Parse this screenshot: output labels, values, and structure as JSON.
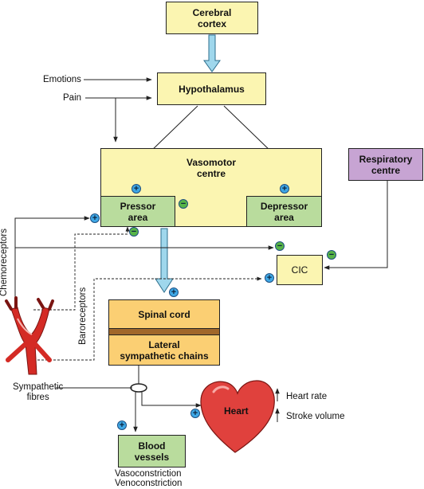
{
  "nodes": {
    "cerebral_cortex": "Cerebral\ncortex",
    "hypothalamus": "Hypothalamus",
    "vasomotor_centre": "Vasomotor\ncentre",
    "pressor_area": "Pressor\narea",
    "depressor_area": "Depressor\narea",
    "respiratory_centre": "Respiratory\ncentre",
    "cic": "CIC",
    "spinal_cord": "Spinal cord",
    "lateral_chains": "Lateral\nsympathetic chains",
    "heart": "Heart",
    "blood_vessels": "Blood\nvessels"
  },
  "labels": {
    "emotions": "Emotions",
    "pain": "Pain",
    "chemoreceptors": "Chemoreceptors",
    "baroreceptors": "Baroreceptors",
    "sympathetic_fibres": "Sympathetic\nfibres",
    "heart_rate": "Heart rate",
    "stroke_volume": "Stroke volume",
    "vasoconstriction": "Vasoconstriction",
    "venoconstriction": "Venoconstriction"
  },
  "signs": {
    "plus": "+",
    "minus": "−"
  },
  "colors": {
    "yellow_box": "#fbf5b1",
    "green_box": "#b9dc9d",
    "purple_box": "#c7a4d3",
    "orange_box": "#fbcf73",
    "plus_sign": "#3fa8e6",
    "minus_sign": "#57b447",
    "heart": "#e0413d",
    "vessel": "#d42b25",
    "pathway_arrow": "#9fd7ec"
  }
}
